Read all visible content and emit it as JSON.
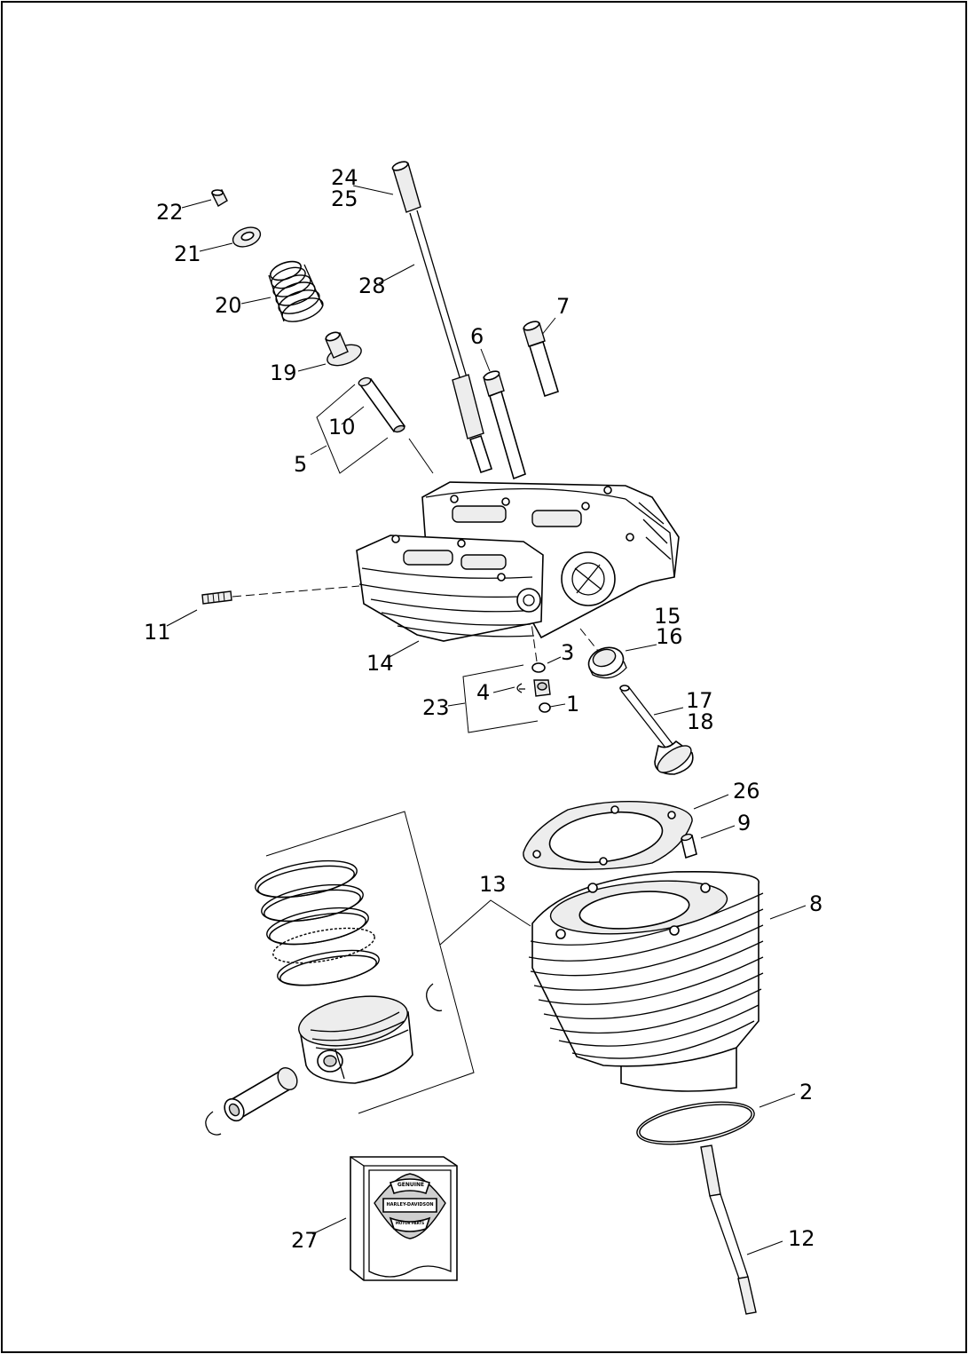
{
  "callouts": {
    "c1": "1",
    "c2": "2",
    "c3": "3",
    "c4": "4",
    "c5": "5",
    "c6": "6",
    "c7": "7",
    "c8": "8",
    "c9": "9",
    "c10": "10",
    "c11": "11",
    "c12": "12",
    "c13": "13",
    "c14": "14",
    "c15": "15",
    "c16": "16",
    "c17": "17",
    "c18": "18",
    "c19": "19",
    "c20": "20",
    "c21": "21",
    "c22": "22",
    "c23": "23",
    "c24": "24",
    "c25": "25",
    "c26": "26",
    "c27": "27",
    "c28": "28"
  },
  "logo": {
    "top_text": "GENUINE",
    "bottom_text": "MOTOR PARTS",
    "brand_text": "HARLEY-DAVIDSON"
  },
  "colors": {
    "line": "#000000",
    "background": "#ffffff"
  }
}
